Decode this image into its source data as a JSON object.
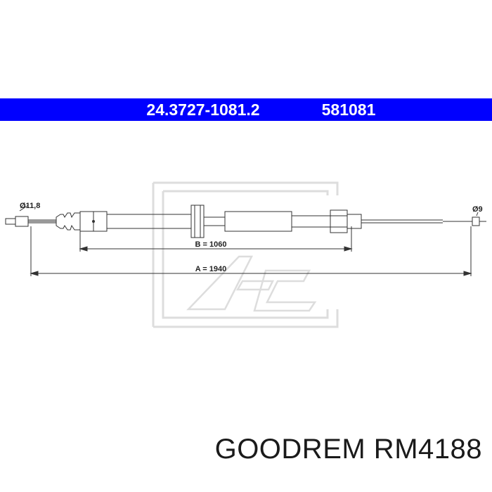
{
  "header": {
    "part_number": "24.3727-1081.2",
    "ref_number": "581081",
    "bar_color": "#0000ff",
    "text_color": "#ffffff"
  },
  "diagram": {
    "left_diameter_label": "Ø11,8",
    "right_diameter_label": "Ø9",
    "dimension_b_label": "B = 1060",
    "dimension_a_label": "A = 1940",
    "line_color": "#333333",
    "logo_color": "#dddddd"
  },
  "footer": {
    "brand_text": "GOODREM RM4188"
  }
}
